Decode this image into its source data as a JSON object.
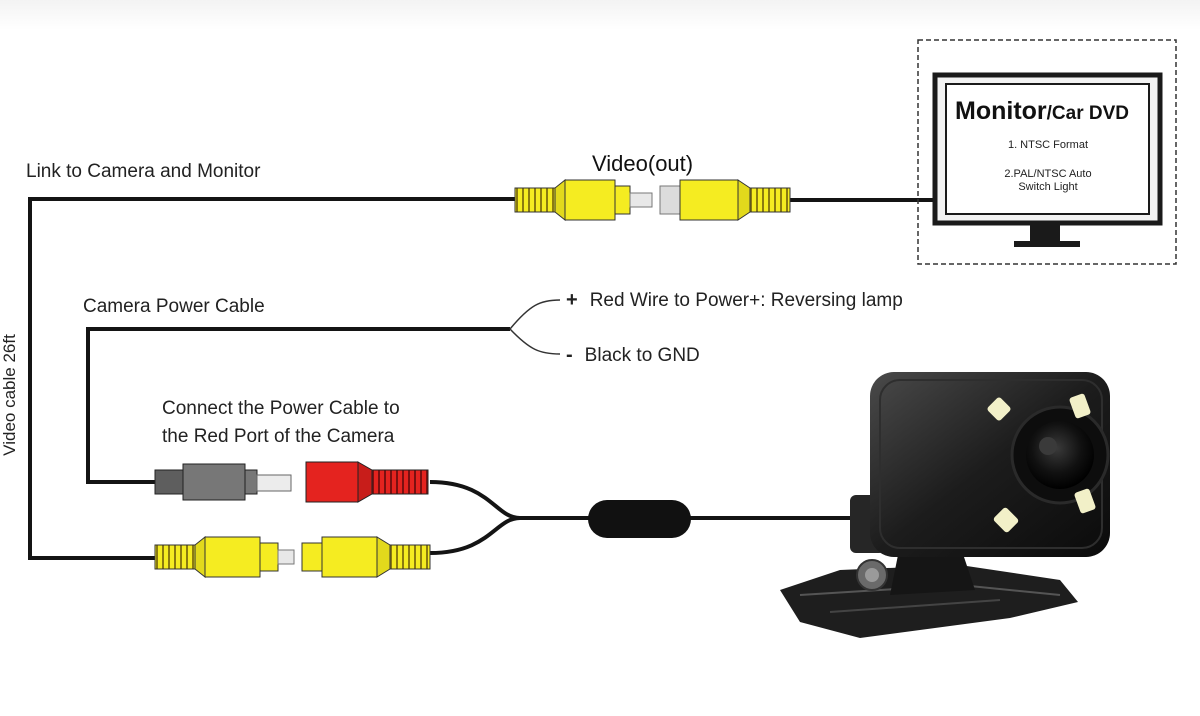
{
  "labels": {
    "link": "Link to Camera and Monitor",
    "video_out": "Video(out)",
    "vertical": "Video cable 26ft",
    "power_cable": "Camera Power Cable",
    "red_wire_sign": "+",
    "red_wire": "Red Wire to Power+: Reversing lamp",
    "black_sign": "-",
    "black": "Black to GND",
    "connect_line1": "Connect the Power Cable to",
    "connect_line2": "the Red Port of the Camera"
  },
  "monitor": {
    "title_main": "Monitor",
    "title_sub": "/Car DVD",
    "item1": "1. NTSC Format",
    "item2_line1": "2.PAL/NTSC Auto",
    "item2_line2": "Switch Light"
  },
  "colors": {
    "yellow": "#f5ec21",
    "red": "#e4231f",
    "gray": "#707070",
    "cable": "#141414"
  }
}
